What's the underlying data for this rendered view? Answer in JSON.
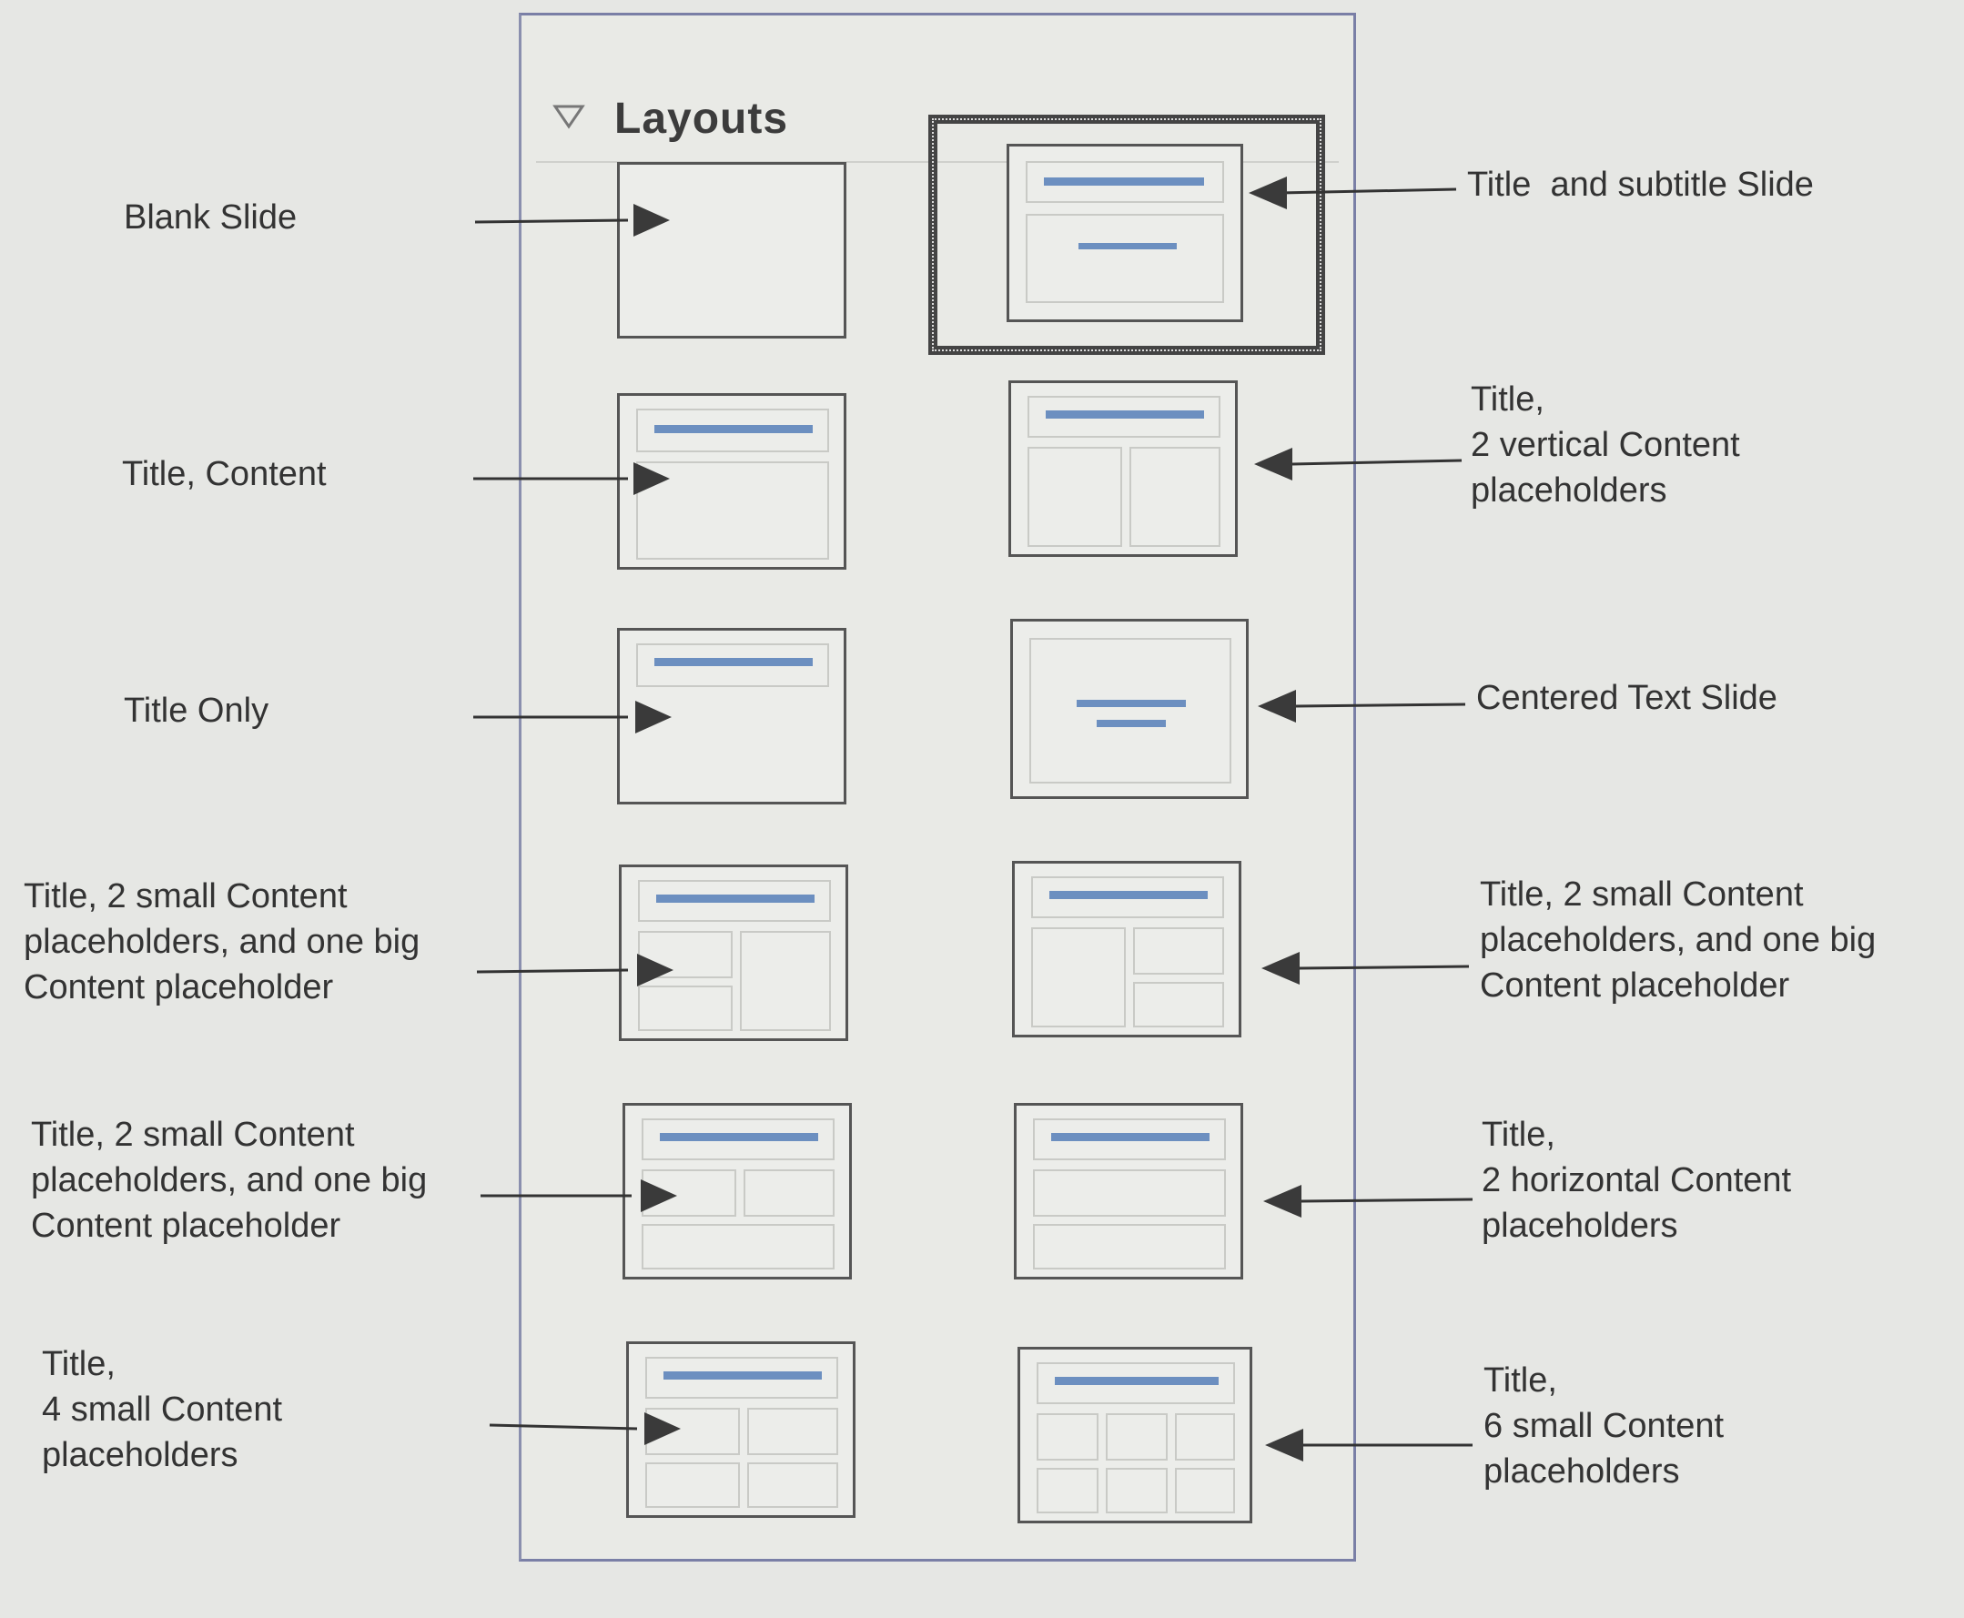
{
  "panel": {
    "title": "Layouts",
    "collapse_icon": "triangle-down-icon"
  },
  "layouts": {
    "blank": {
      "label": [
        "Blank Slide"
      ]
    },
    "title_subtitle": {
      "label": [
        "Title  and subtitle Slide"
      ]
    },
    "title_content": {
      "label": [
        "Title, Content"
      ]
    },
    "title_2vertical": {
      "label": [
        "Title,",
        "2 vertical Content",
        "placeholders"
      ]
    },
    "title_only": {
      "label": [
        "Title Only"
      ]
    },
    "centered_text": {
      "label": [
        "Centered Text Slide"
      ]
    },
    "title_2small_1big_left": {
      "label": [
        "Title, 2 small Content",
        "placeholders, and one big",
        "Content placeholder"
      ]
    },
    "title_2small_1big_right": {
      "label": [
        "Title, 2 small Content",
        "placeholders, and one big",
        "Content placeholder"
      ]
    },
    "title_2small_1big_bottom": {
      "label": [
        "Title, 2 small Content",
        "placeholders, and one big",
        "Content placeholder"
      ]
    },
    "title_2horizontal": {
      "label": [
        "Title,",
        "2 horizontal Content",
        "placeholders"
      ]
    },
    "title_4small": {
      "label": [
        "Title,",
        "4 small Content",
        "placeholders"
      ]
    },
    "title_6small": {
      "label": [
        "Title,",
        "6 small Content",
        "placeholders"
      ]
    }
  },
  "colors": {
    "title_bar": "#6c8fc0",
    "selection_border": "#444444"
  }
}
